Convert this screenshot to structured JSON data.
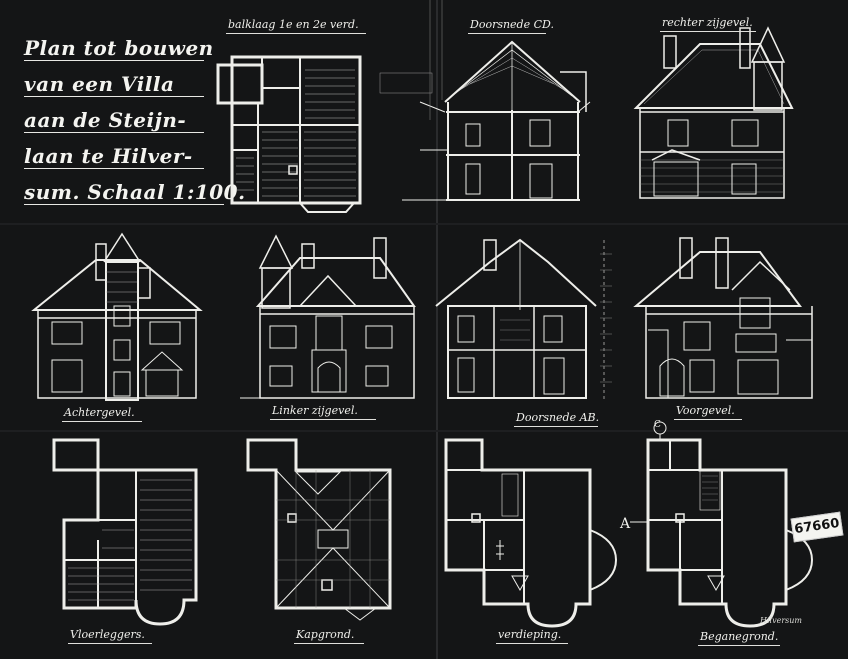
{
  "drawing": {
    "title_lines": [
      "Plan tot bouwen",
      "van een Villa",
      "aan de Steijn-",
      "laan te Hilver-",
      "sum. Schaal 1:100."
    ],
    "captions": {
      "balklaag": "balklaag 1e en 2e verd.",
      "doorsnede_cd": "Doorsnede CD.",
      "rechter_zijgevel": "rechter zijgevel.",
      "achtergevel": "Achtergevel.",
      "linker_zijgevel": "Linker zijgevel.",
      "doorsnede_ab": "Doorsnede AB.",
      "voorgevel": "Voorgevel.",
      "vloerleggers": "Vloerleggers.",
      "kapgrond": "Kapgrond.",
      "verdieping": "verdieping.",
      "beganegrond": "Beganegrond."
    },
    "marker_a": "A",
    "marker_c": "C",
    "stamp": "67660",
    "signature": "Hilversum"
  }
}
